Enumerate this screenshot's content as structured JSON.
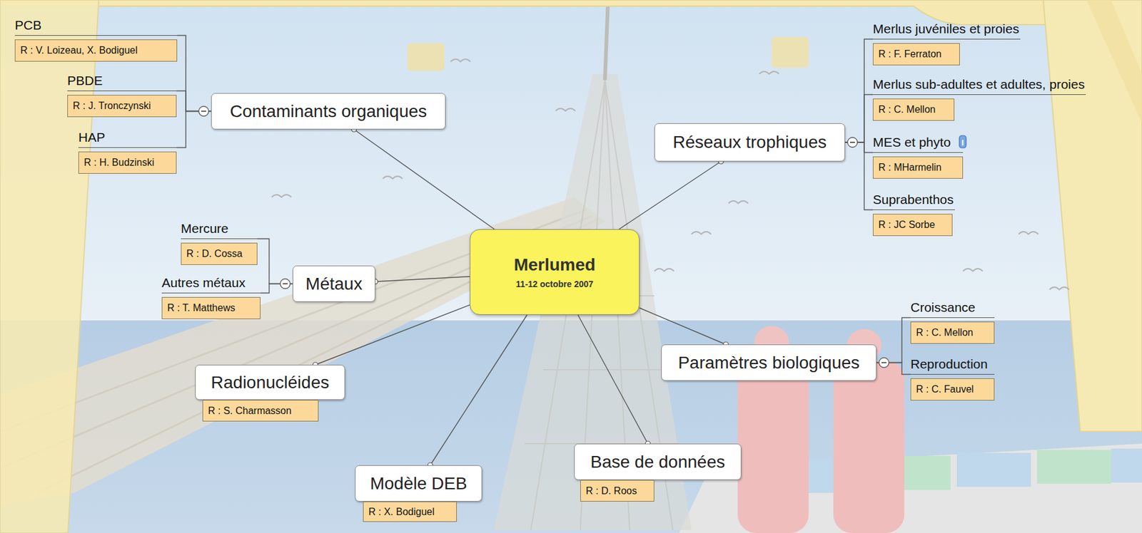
{
  "diagram": {
    "nodes": [
      {
        "text": [
          "Merlumed",
          "11-12 octobre 2007"
        ]
      },
      {
        "text": [
          "Contaminants organiques"
        ]
      },
      {
        "text": [
          "PCB",
          "R : V. Loizeau, X. Bodiguel"
        ]
      },
      {
        "text": [
          "PBDE",
          "R : J. Tronczynski"
        ]
      },
      {
        "text": [
          "HAP",
          "R : H. Budzinski"
        ]
      },
      {
        "text": [
          "Métaux"
        ]
      },
      {
        "text": [
          "Mercure",
          "R : D. Cossa"
        ]
      },
      {
        "text": [
          "Autres métaux",
          "R : T. Matthews"
        ]
      },
      {
        "text": [
          "Radionucléides"
        ]
      },
      {
        "text": [
          "R : S. Charmasson"
        ]
      },
      {
        "text": [
          "Modèle DEB"
        ]
      },
      {
        "text": [
          "R : X. Bodiguel"
        ]
      },
      {
        "text": [
          "Base de données"
        ]
      },
      {
        "text": [
          "R : D. Roos"
        ]
      },
      {
        "text": [
          "Paramètres biologiques"
        ]
      },
      {
        "text": [
          "Croissance",
          "R : C. Mellon"
        ]
      },
      {
        "text": [
          "Reproduction",
          "R : C. Fauvel"
        ]
      },
      {
        "text": [
          "Réseaux trophiques"
        ]
      },
      {
        "text": [
          "Merlus juvéniles et proies",
          "R : F. Ferraton"
        ]
      },
      {
        "text": [
          "Merlus sub-adultes et adultes, proies",
          "R : C. Mellon"
        ]
      },
      {
        "text": [
          "MES et phyto",
          "R : MHarmelin"
        ]
      },
      {
        "text": [
          "Suprabenthos",
          "R : JC Sorbe"
        ]
      }
    ],
    "edges": [
      {
        "from": 0,
        "to": 1,
        "arrow": "none"
      },
      {
        "from": 0,
        "to": 5,
        "arrow": "none"
      },
      {
        "from": 0,
        "to": 8,
        "arrow": "none"
      },
      {
        "from": 0,
        "to": 10,
        "arrow": "none"
      },
      {
        "from": 0,
        "to": 12,
        "arrow": "none"
      },
      {
        "from": 0,
        "to": 14,
        "arrow": "none"
      },
      {
        "from": 0,
        "to": 17,
        "arrow": "none"
      },
      {
        "from": 1,
        "to": 2,
        "arrow": "none"
      },
      {
        "from": 1,
        "to": 3,
        "arrow": "none"
      },
      {
        "from": 1,
        "to": 4,
        "arrow": "none"
      },
      {
        "from": 5,
        "to": 6,
        "arrow": "none"
      },
      {
        "from": 5,
        "to": 7,
        "arrow": "none"
      },
      {
        "from": 14,
        "to": 15,
        "arrow": "none"
      },
      {
        "from": 14,
        "to": 16,
        "arrow": "none"
      },
      {
        "from": 17,
        "to": 18,
        "arrow": "none"
      },
      {
        "from": 17,
        "to": 19,
        "arrow": "none"
      },
      {
        "from": 17,
        "to": 20,
        "arrow": "none"
      },
      {
        "from": 17,
        "to": 21,
        "arrow": "none"
      }
    ]
  }
}
